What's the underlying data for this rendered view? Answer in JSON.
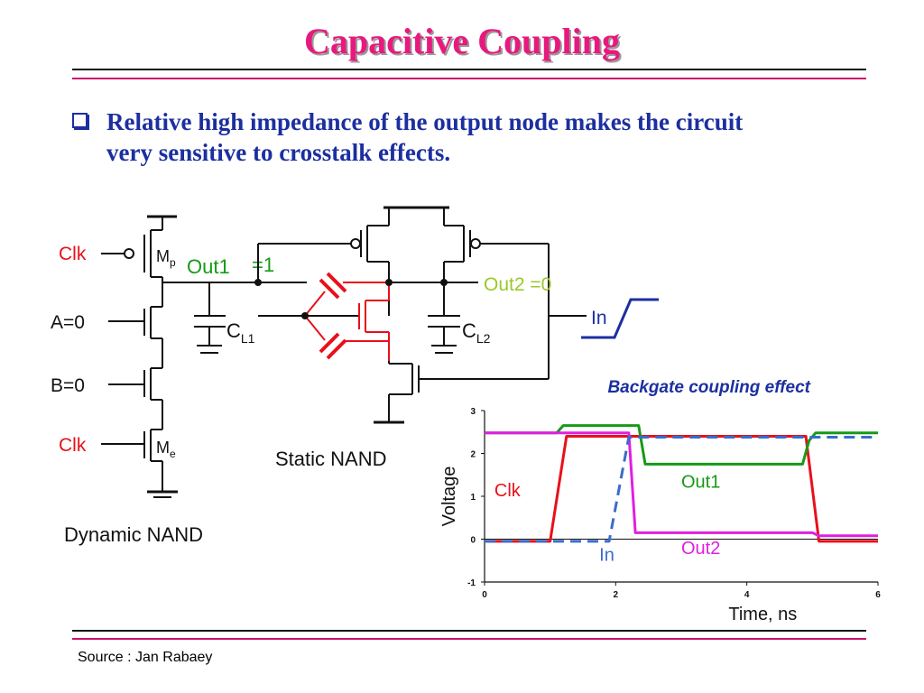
{
  "slide": {
    "title": "Capacitive Coupling",
    "bullet": "Relative high impedance of the output node makes the circuit very sensitive to crosstalk effects.",
    "source": "Source : Jan Rabaey"
  },
  "circuit": {
    "dynamic": {
      "label": "Dynamic NAND",
      "clk_top": "Clk",
      "clk_bottom": "Clk",
      "input_a": "A=0",
      "input_b": "B=0",
      "mp": "M",
      "mp_sub": "p",
      "me": "M",
      "me_sub": "e"
    },
    "static": {
      "label": "Static NAND"
    },
    "out1": "Out1",
    "out1_val": "=1",
    "out2": "Out2 =0",
    "cl1": "C",
    "cl1_sub": "L1",
    "cl2": "C",
    "cl2_sub": "L2",
    "in_label": "In"
  },
  "colors": {
    "title": "#e8197e",
    "bullet": "#1c2fa0",
    "clk": "#e8101a",
    "out1": "#169a16",
    "out2": "#e020e0",
    "in": "#3a6ccc",
    "coupling": "#e8101a"
  },
  "chart_data": {
    "type": "line",
    "title": "Backgate coupling effect",
    "xlabel": "Time, ns",
    "ylabel": "Voltage",
    "xlim": [
      0,
      6
    ],
    "ylim": [
      -1,
      3
    ],
    "x_ticks": [
      "0",
      "2",
      "4",
      "6"
    ],
    "y_ticks": [
      "3",
      "2",
      "1",
      "0",
      "-1"
    ],
    "series": [
      {
        "name": "Clk",
        "color": "#e8101a",
        "style": "solid",
        "x": [
          0,
          1.0,
          1.25,
          2.25,
          4.9,
          5.1,
          6.0
        ],
        "y": [
          -0.05,
          -0.05,
          2.4,
          2.4,
          2.4,
          -0.05,
          -0.05
        ]
      },
      {
        "name": "Out1",
        "color": "#169a16",
        "style": "solid",
        "x": [
          0,
          1.1,
          1.2,
          2.35,
          2.45,
          4.85,
          4.95,
          5.05,
          6.0
        ],
        "y": [
          2.48,
          2.48,
          2.65,
          2.65,
          1.75,
          1.75,
          2.3,
          2.48,
          2.48
        ]
      },
      {
        "name": "Out2",
        "color": "#e020e0",
        "style": "solid",
        "x": [
          0,
          2.2,
          2.3,
          5.0,
          5.1,
          6.0
        ],
        "y": [
          2.48,
          2.48,
          0.15,
          0.15,
          0.08,
          0.08
        ]
      },
      {
        "name": "In",
        "color": "#3a6ccc",
        "style": "dashed",
        "x": [
          0,
          1.9,
          2.2,
          6.0
        ],
        "y": [
          -0.05,
          -0.05,
          2.38,
          2.38
        ]
      }
    ],
    "labels": {
      "clk": "Clk",
      "out1": "Out1",
      "out2": "Out2",
      "in": "In"
    }
  }
}
